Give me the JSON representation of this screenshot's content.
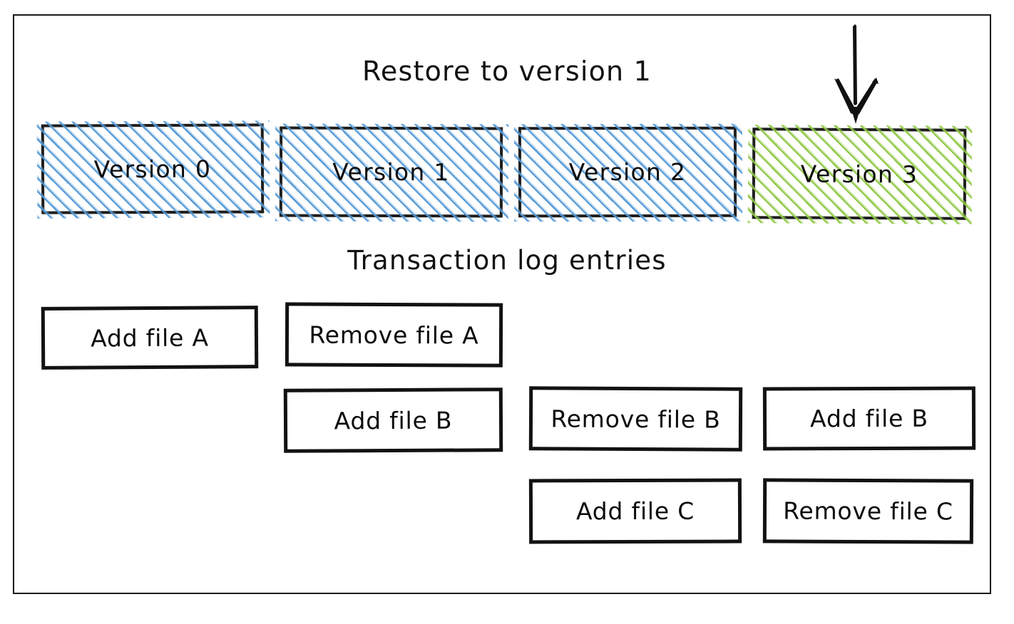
{
  "diagram": {
    "title": "Restore to version 1",
    "subtitle": "Transaction log entries",
    "style": "hand-drawn sketch",
    "colors": {
      "stroke": "#1b1b1b",
      "text": "#0b0b0b",
      "hatch_blue": "#4e96d6",
      "hatch_green": "#8bc63f",
      "background": "#ffffff"
    }
  },
  "versions": [
    {
      "label": "Version 0",
      "hatch": "blue",
      "highlighted": false
    },
    {
      "label": "Version 1",
      "hatch": "blue",
      "highlighted": false
    },
    {
      "label": "Version 2",
      "hatch": "blue",
      "highlighted": false
    },
    {
      "label": "Version 3",
      "hatch": "green",
      "highlighted": true
    }
  ],
  "log_columns": [
    {
      "version": "Version 0",
      "entries": [
        "Add file A"
      ]
    },
    {
      "version": "Version 1",
      "entries": [
        "Remove file A",
        "Add file B"
      ]
    },
    {
      "version": "Version 2",
      "entries": [
        "Remove file B",
        "Add file C"
      ]
    },
    {
      "version": "Version 3",
      "entries": [
        "Add file B",
        "Remove file C"
      ]
    }
  ],
  "log_entries": {
    "c1r1": "Add file A",
    "c2r1": "Remove file A",
    "c2r2": "Add file B",
    "c3r2": "Remove file B",
    "c3r3": "Add file C",
    "c4r2": "Add file B",
    "c4r3": "Remove file C"
  },
  "annotations": {
    "arrow": {
      "name": "down-arrow",
      "points_to": "Version 3",
      "direction": "down"
    }
  }
}
